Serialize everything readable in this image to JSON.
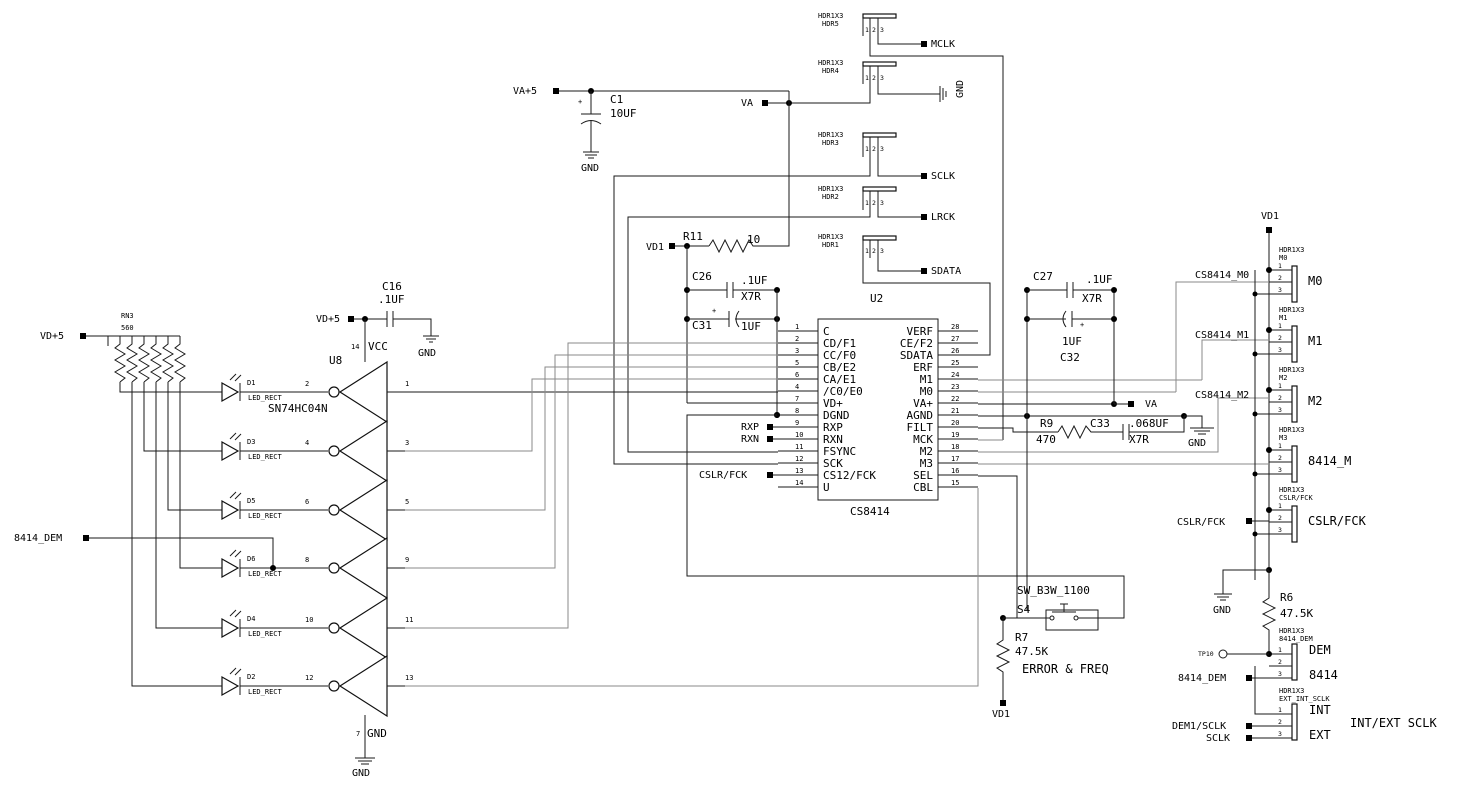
{
  "supplies": {
    "va5": "VA+5",
    "va": "VA",
    "vd1": "VD1",
    "vd5": "VD+5",
    "gnd": "GND"
  },
  "c1": {
    "ref": "C1",
    "value": "10UF"
  },
  "c16": {
    "ref": "C16",
    "value": ".1UF"
  },
  "c26": {
    "ref": "C26",
    "value": ".1UF",
    "type": "X7R"
  },
  "c31": {
    "ref": "C31",
    "value": "1UF"
  },
  "c27": {
    "ref": "C27",
    "value": ".1UF",
    "type": "X7R"
  },
  "c32": {
    "ref": "C32",
    "value": "1UF"
  },
  "c33": {
    "ref": "C33",
    "value": ".068UF",
    "type": "X7R"
  },
  "r11": {
    "ref": "R11",
    "value": "10"
  },
  "r9": {
    "ref": "R9",
    "value": "470"
  },
  "r6": {
    "ref": "R6",
    "value": "47.5K"
  },
  "r7": {
    "ref": "R7",
    "value": "47.5K"
  },
  "rn3": {
    "ref": "RN3",
    "value": "560"
  },
  "u8": {
    "ref": "U8",
    "part": "SN74HC04N",
    "vcc": "VCC",
    "gnd": "GND",
    "vcc_pin": "14",
    "gnd_pin": "7"
  },
  "u2": {
    "ref": "U2",
    "part": "CS8414",
    "left_pins": [
      {
        "num": "1",
        "name": "C"
      },
      {
        "num": "2",
        "name": "CD/F1"
      },
      {
        "num": "3",
        "name": "CC/F0"
      },
      {
        "num": "5",
        "name": "CB/E2"
      },
      {
        "num": "6",
        "name": "CA/E1"
      },
      {
        "num": "4",
        "name": "/C0/E0"
      },
      {
        "num": "7",
        "name": "VD+"
      },
      {
        "num": "8",
        "name": "DGND"
      },
      {
        "num": "9",
        "name": "RXP"
      },
      {
        "num": "10",
        "name": "RXN"
      },
      {
        "num": "11",
        "name": "FSYNC"
      },
      {
        "num": "12",
        "name": "SCK"
      },
      {
        "num": "13",
        "name": "CS12/FCK"
      },
      {
        "num": "14",
        "name": "U"
      }
    ],
    "right_pins": [
      {
        "num": "28",
        "name": "VERF"
      },
      {
        "num": "27",
        "name": "CE/F2"
      },
      {
        "num": "26",
        "name": "SDATA"
      },
      {
        "num": "25",
        "name": "ERF"
      },
      {
        "num": "24",
        "name": "M1"
      },
      {
        "num": "23",
        "name": "M0"
      },
      {
        "num": "22",
        "name": "VA+"
      },
      {
        "num": "21",
        "name": "AGND"
      },
      {
        "num": "20",
        "name": "FILT"
      },
      {
        "num": "19",
        "name": "MCK"
      },
      {
        "num": "18",
        "name": "M2"
      },
      {
        "num": "17",
        "name": "M3"
      },
      {
        "num": "16",
        "name": "SEL"
      },
      {
        "num": "15",
        "name": "CBL"
      }
    ]
  },
  "top_headers": [
    {
      "type": "HDR1X3",
      "ref": "HDR5",
      "net": "MCLK"
    },
    {
      "type": "HDR1X3",
      "ref": "HDR4",
      "net": "GND"
    },
    {
      "type": "HDR1X3",
      "ref": "HDR3",
      "net": "SCLK"
    },
    {
      "type": "HDR1X3",
      "ref": "HDR2",
      "net": "LRCK"
    },
    {
      "type": "HDR1X3",
      "ref": "HDR1",
      "net": "SDATA"
    }
  ],
  "right_headers": [
    {
      "type": "HDR1X3",
      "ref": "M0",
      "label": "M0",
      "net": "CS8414_M0"
    },
    {
      "type": "HDR1X3",
      "ref": "M1",
      "label": "M1",
      "net": "CS8414_M1"
    },
    {
      "type": "HDR1X3",
      "ref": "M2",
      "label": "M2",
      "net": "CS8414_M2"
    },
    {
      "type": "HDR1X3",
      "ref": "M3",
      "label": "8414_M"
    },
    {
      "type": "HDR1X3",
      "ref": "CSLR/FCK",
      "label": "CSLR/FCK",
      "net": "CSLR/FCK"
    }
  ],
  "dem_header": {
    "type": "HDR1X3",
    "ref": "8414_DEM",
    "label_top": "DEM",
    "label_bottom": "8414",
    "net": "8414_DEM",
    "testpoint": "TP10"
  },
  "int_header": {
    "type": "HDR1X3",
    "ref": "EXT_INT_SCLK",
    "label_top": "INT",
    "label_bottom": "EXT",
    "caption": "INT/EXT SCLK",
    "net1": "DEM1/SCLK",
    "net2": "SCLK"
  },
  "switch": {
    "ref": "S4",
    "part": "SW_B3W_1100",
    "caption": "ERROR & FREQ"
  },
  "ports": {
    "rxp": "RXP",
    "rxn": "RXN",
    "cslr": "CSLR/FCK",
    "dem": "8414_DEM"
  },
  "leds": [
    {
      "ref": "D1",
      "type": "LED_RECT",
      "in_pin": "2",
      "out_pin": "1"
    },
    {
      "ref": "D3",
      "type": "LED_RECT",
      "in_pin": "4",
      "out_pin": "3"
    },
    {
      "ref": "D5",
      "type": "LED_RECT",
      "in_pin": "6",
      "out_pin": "5"
    },
    {
      "ref": "D6",
      "type": "LED_RECT",
      "in_pin": "8",
      "out_pin": "9"
    },
    {
      "ref": "D4",
      "type": "LED_RECT",
      "in_pin": "10",
      "out_pin": "11"
    },
    {
      "ref": "D2",
      "type": "LED_RECT",
      "in_pin": "12",
      "out_pin": "13"
    }
  ]
}
